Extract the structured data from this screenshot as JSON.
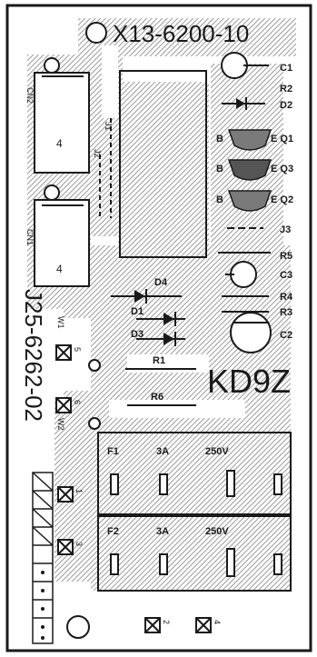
{
  "board": {
    "part_number": "X13-6200-10",
    "side_label": "J25-6262-02",
    "model": "KD9Z",
    "ink": "#1a1a1a",
    "paper": "#ffffff",
    "copper": "#bdbdbd"
  },
  "components": {
    "c1": "C1",
    "r2": "R2",
    "d2": "D2",
    "q1": {
      "b": "B",
      "label": "E Q1"
    },
    "q3": {
      "b": "B",
      "label": "E Q3"
    },
    "q2": {
      "b": "B",
      "label": "E Q2"
    },
    "j3": "J3",
    "r5": "R5",
    "c3": "C3",
    "r4": "R4",
    "r3": "R3",
    "c2": "C2",
    "d4": "D4",
    "d1": "D1",
    "d3": "D3",
    "r1": "R1",
    "r6": "R6",
    "cn1": "CN1",
    "cn2": "CN2",
    "cn_pin": "4",
    "j1": "J1",
    "j2": "J2",
    "w1": "W1",
    "w2": "W2",
    "pin5": "5",
    "pin6": "6",
    "pin1": "1",
    "pin3": "3",
    "pin2": "2",
    "pin4": "4"
  },
  "fuses": [
    {
      "name": "F1",
      "current": "3A",
      "voltage": "250V"
    },
    {
      "name": "F2",
      "current": "3A",
      "voltage": "250V"
    }
  ]
}
